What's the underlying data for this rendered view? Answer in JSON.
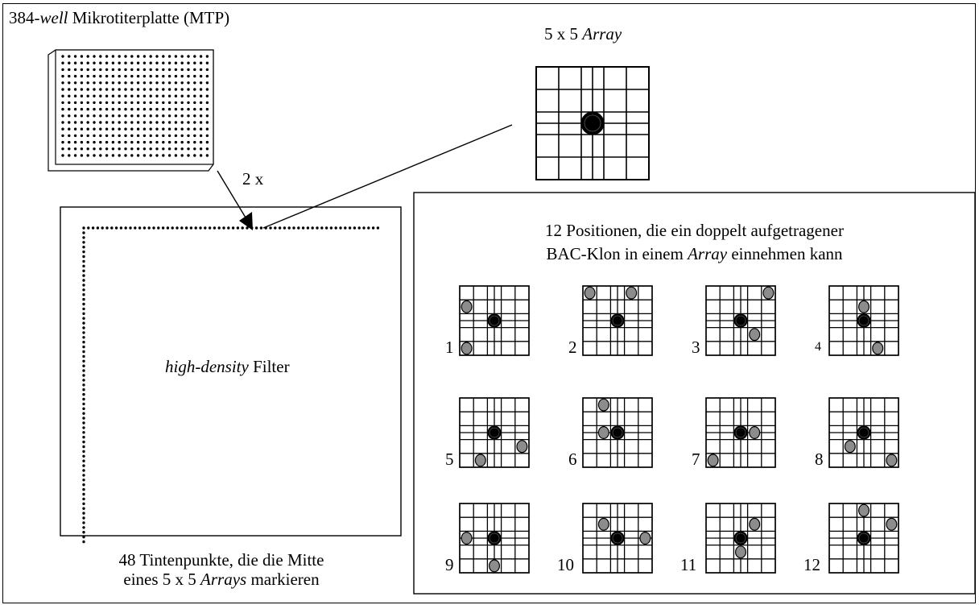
{
  "labels": {
    "plate_title_pre": "384-",
    "plate_title_italic": "well",
    "plate_title_post": " Mikrotiterplatte (MTP)",
    "array_title_pre": "5 x 5 ",
    "array_title_italic": "Array",
    "times_label": "2 x",
    "filter_label_italic": "high-density",
    "filter_label_post": " Filter",
    "ink_line1": "48 Tintenpunkte, die die Mitte",
    "ink_line2_pre": "eines 5 x 5 ",
    "ink_line2_italic": "Arrays",
    "ink_line2_post": " markieren",
    "positions_line1": "12 Positionen, die ein doppelt aufgetragener",
    "positions_line2_pre": "BAC-Klon in einem ",
    "positions_line2_italic": "Array",
    "positions_line2_post": " einnehmen kann"
  },
  "positions": [
    {
      "num": "1",
      "spots": [
        [
          0,
          1
        ],
        [
          0,
          4
        ]
      ]
    },
    {
      "num": "2",
      "spots": [
        [
          0,
          0
        ],
        [
          3,
          0
        ]
      ]
    },
    {
      "num": "3",
      "spots": [
        [
          4,
          0
        ],
        [
          3,
          3
        ]
      ]
    },
    {
      "num": "4",
      "spots": [
        [
          2,
          1
        ],
        [
          3,
          4
        ]
      ]
    },
    {
      "num": "5",
      "spots": [
        [
          1,
          4
        ],
        [
          4,
          3
        ]
      ]
    },
    {
      "num": "6",
      "spots": [
        [
          1,
          0
        ],
        [
          1,
          2
        ]
      ]
    },
    {
      "num": "7",
      "spots": [
        [
          3,
          2
        ],
        [
          0,
          4
        ]
      ]
    },
    {
      "num": "8",
      "spots": [
        [
          1,
          3
        ],
        [
          4,
          4
        ]
      ]
    },
    {
      "num": "9",
      "spots": [
        [
          0,
          2
        ],
        [
          2,
          4
        ]
      ]
    },
    {
      "num": "10",
      "spots": [
        [
          1,
          1
        ],
        [
          4,
          2
        ]
      ]
    },
    {
      "num": "11",
      "spots": [
        [
          3,
          1
        ],
        [
          2,
          3
        ]
      ]
    },
    {
      "num": "12",
      "spots": [
        [
          2,
          0
        ],
        [
          4,
          1
        ]
      ]
    }
  ],
  "colors": {
    "spot_fill": "#8c8c8c",
    "center_fill": "#000000",
    "line": "#000000"
  }
}
